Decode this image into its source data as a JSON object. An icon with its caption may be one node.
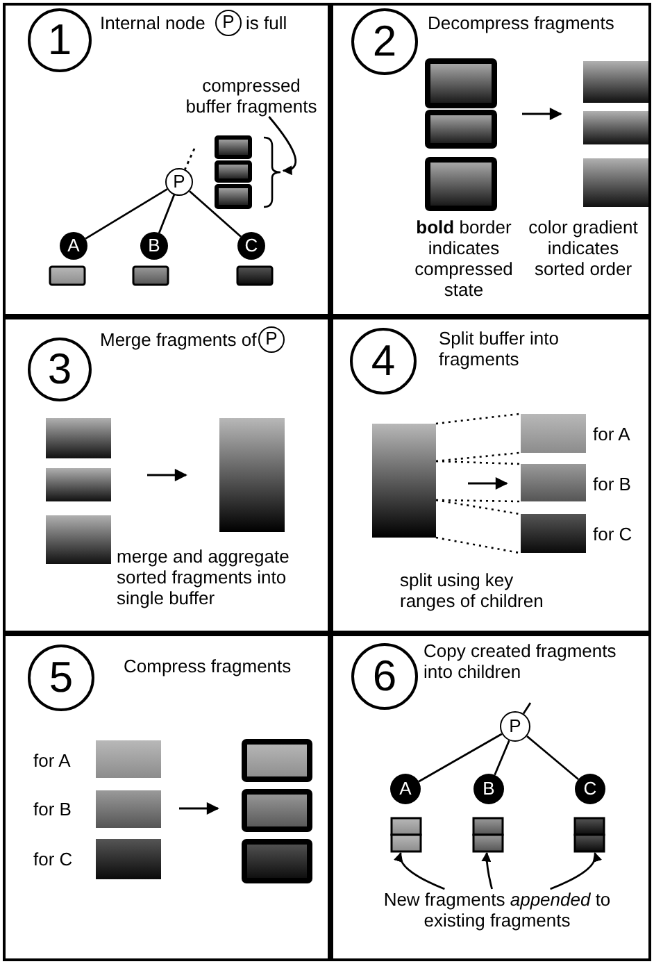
{
  "diagram": {
    "nodes": [
      {
        "text": [
          "Internal node",
          "is full"
        ]
      },
      {
        "text": [
          "1"
        ],
        "in": 0
      },
      {
        "text": [
          "compressed buffer fragments"
        ],
        "in": 0
      },
      {
        "text": [],
        "shape": "box",
        "in": 0
      },
      {
        "text": [
          "P"
        ],
        "in": 0
      },
      {
        "text": [
          "A"
        ],
        "in": 0
      },
      {
        "text": [
          "B"
        ],
        "in": 0
      },
      {
        "text": [
          "C"
        ],
        "in": 0
      },
      {
        "text": [
          "Decompress fragments",
          "**bold** border indicates compressed state",
          "color gradient indicates sorted order"
        ]
      },
      {
        "text": [
          "2"
        ],
        "in": 8
      },
      {
        "text": [
          "Merge fragments of",
          "merge and aggregate sorted fragments into single buffer"
        ]
      },
      {
        "text": [
          "3"
        ],
        "in": 10
      },
      {
        "text": [
          "Split buffer into fragments",
          "for A",
          "for B",
          "for C",
          "split using key ranges of children"
        ]
      },
      {
        "text": [
          "4"
        ],
        "in": 12
      },
      {
        "text": [
          "Compress fragments",
          "for A",
          "for B",
          "for C"
        ]
      },
      {
        "text": [
          "5"
        ],
        "in": 14
      },
      {
        "text": [
          "Copy created fragments into children"
        ]
      },
      {
        "text": [
          "6"
        ],
        "in": 16
      },
      {
        "text": [
          "P"
        ],
        "in": 16
      },
      {
        "text": [
          "A"
        ],
        "in": 16
      },
      {
        "text": [
          "B"
        ],
        "in": 16
      },
      {
        "text": [
          "C"
        ],
        "in": 16
      },
      {
        "text": [],
        "shape": "box",
        "in": 16
      },
      {
        "text": [],
        "shape": "box",
        "in": 16
      },
      {
        "text": [],
        "shape": "box",
        "in": 16
      },
      {
        "text": [
          "New fragments *appended* to existing fragments"
        ],
        "in": 16
      },
      {
        "text": [
          "P"
        ],
        "in": 0
      },
      {
        "text": [
          "P"
        ],
        "in": 10
      }
    ],
    "edges": [
      {
        "from": 2,
        "to": 3,
        "arrow": "to"
      },
      {
        "from": null,
        "to": 4,
        "arrow": "none",
        "style": "dashed"
      },
      {
        "from": 4,
        "to": 5,
        "arrow": "none"
      },
      {
        "from": 4,
        "to": 6,
        "arrow": "none"
      },
      {
        "from": 4,
        "to": 7,
        "arrow": "none"
      },
      {
        "from": null,
        "to": 18,
        "arrow": "none"
      },
      {
        "from": 18,
        "to": 19,
        "arrow": "none"
      },
      {
        "from": 18,
        "to": 20,
        "arrow": "none"
      },
      {
        "from": 18,
        "to": 21,
        "arrow": "none"
      },
      {
        "from": 25,
        "to": 22,
        "arrow": "to"
      },
      {
        "from": 25,
        "to": 23,
        "arrow": "to"
      },
      {
        "from": 25,
        "to": 24,
        "arrow": "to"
      }
    ]
  }
}
